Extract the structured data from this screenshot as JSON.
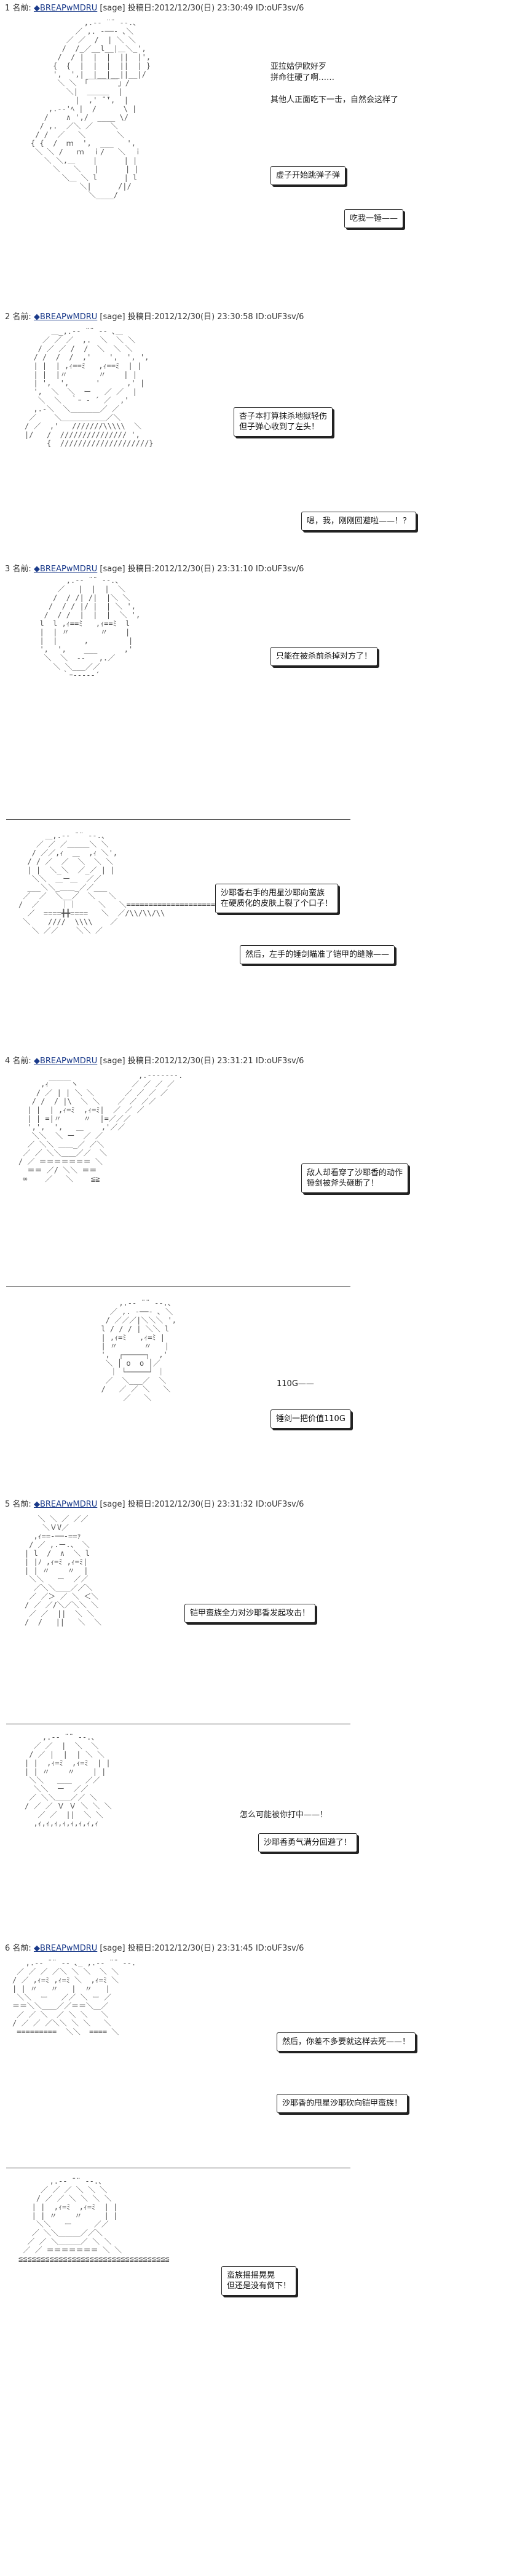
{
  "posts": [
    {
      "num": "1",
      "label": "名前:",
      "name": "◆BREAPwMDRU",
      "mail": "[sage]",
      "date_label": "投稿日:",
      "date": "2012/12/30(日) 23:30:49",
      "id": "ID:oUF3sv/6"
    },
    {
      "num": "2",
      "label": "名前:",
      "name": "◆BREAPwMDRU",
      "mail": "[sage]",
      "date_label": "投稿日:",
      "date": "2012/12/30(日) 23:30:58",
      "id": "ID:oUF3sv/6"
    },
    {
      "num": "3",
      "label": "名前:",
      "name": "◆BREAPwMDRU",
      "mail": "[sage]",
      "date_label": "投稿日:",
      "date": "2012/12/30(日) 23:31:10",
      "id": "ID:oUF3sv/6"
    },
    {
      "num": "4",
      "label": "名前:",
      "name": "◆BREAPwMDRU",
      "mail": "[sage]",
      "date_label": "投稿日:",
      "date": "2012/12/30(日) 23:31:21",
      "id": "ID:oUF3sv/6"
    },
    {
      "num": "5",
      "label": "名前:",
      "name": "◆BREAPwMDRU",
      "mail": "[sage]",
      "date_label": "投稿日:",
      "date": "2012/12/30(日) 23:31:32",
      "id": "ID:oUF3sv/6"
    },
    {
      "num": "6",
      "label": "名前:",
      "name": "◆BREAPwMDRU",
      "mail": "[sage]",
      "date_label": "投稿日:",
      "date": "2012/12/30(日) 23:31:45",
      "id": "ID:oUF3sv/6"
    }
  ],
  "dialogue": {
    "p1_text": "亚拉姑伊欧好歹\n拼命往硬了啊……\n\n其他人正面吃下一击，自然会这样了",
    "p1_b1": "虚子开始跳弹子弹",
    "p1_b2": "吃我一锤——",
    "p2_b1": "杏子本打算抹杀地狱轻伤\n但子弹心收到了左头！",
    "p2_b2": "嗯，我，刚刚回避啦——！？",
    "p3_b1": "只能在被杀前杀掉对方了！",
    "p3_b2": "沙耶香右手的甩星沙耶向蛮族\n在硬质化的皮肤上裂了个口子！",
    "p3_b3": "然后，左手的锤剑瞄准了铠甲的缝隙——",
    "p4_b1": "敌人却看穿了沙耶香的动作\n锤剑被斧头砸断了！",
    "p4_text": "110G——",
    "p4_b2": "锤剑一把价值110G",
    "p5_b1": "铠甲蛮族全力对沙耶香发起攻击！",
    "p5_text": "怎么可能被你打中——！",
    "p5_b2": "沙耶香勇气满分回避了！",
    "p6_b1": "然后，你差不多要就这样去死——！",
    "p6_b2": "沙耶香的甩星沙耶砍向铠甲蛮族！",
    "p6_b3": "蛮族摇摇晃晃\n但还是没有倒下！"
  },
  "art": {
    "a1": "            ,.-‐ ¨¨ ‐-.、\n          ／ ,. -──- ､＼\n        ／ ／  /  | ＼ ＼\n       /  /_／__l__|＿＼_',\n      /  / |  |  |  ||  |',\n     {  {  |  |  |  ||  | }\n     ',  ',|  |__|__||__|/\n      ＼ ＼ 「￣￣￣￣」/\n        ＼|  ＿＿＿  |\n          |  ,' ̄ ̄',  |\n    ,.-‐'ﾍ |  /      \\ |\n   /    ∧ ',/  ____ \\/\n  / ,.  ／＼ ／    ＼\n / /  ／   ＼       ＼\n{ {  /  ｍ  ',  ___   ',\n ＼ ＼ /   ｍ  ｉ/   ＼  ｉ\n   ＼ ＼,＿    |      | |\n     ＼   ＼   |      | |\n       ＼＿ ＼ l      | l\n           ＼|      /|/\n             ＼____/",
    "a2": "      ＿_,.-‐ ¨¨ ‐- ､＿\n    ／ ／ ／  ,.  ＼  ＼ ＼\n   / ／ ／ /  /  ＼  ＼ ＼\n  / /  /  /  ,'    ',  ', ',\n  | |  | ,ｨ==ﾐ   ,ｨ==ﾐ  | |\n  | |  |〃       〃    | |\n  | ',  ',      '      ,' |\n  ',  ＼  ＼  ー   ／ ／  |\n   ＼  ＼  ｀ｰ ‐ ´ ／  ,'\n  ,.-＼  ＼＿＿＿＿／ ／\n ／    ＼＿＿＿＿＿＿／＼\n/ ／  ,'   ///////\\\\\\\\\\  ＼\n|/   /  /////////////// ',\n     {  ////////////////////}",
    "a3": "        ,.-‐ ¨¨ ‐-.、\n      ／   |  |  |  ＼\n     /  / /| /|  |＼ ＼\n    /  / / |/ |  | ＼ ',\n   /  / /  |  |  |  ＼ ',\n  l  l ,ｨ==ﾐ   ,ｨ==ﾐ  l\n  |  | 〃       〃    |\n  |  |      ,         |\n  ',  ',    ___      ,'\n   ＼  ＼  ‐‐   ,.／\n     ＼ ＼___／／\n       ｀ｰ----‐´",
    "a4": "      ＿,.-‐ ¨¨ ‐-.、\n    ／ ／ ／＿＿＿＼ ＼\n   / ／／,ｨ  ＿  ,ｨ ＼',\n  / / ／  ／  ＼  ＼ ＼\n  | |  ＼_＼  ／_／ | |\n   ＼＼  ＿ー＿  ／／\n  ___＼＼_＿＿_／／___\n ／  ／  ＼__／  ＼   ＼\n/  ／     ｜｜     ＼   ＼=====================\n  ／  ====╋╋====   ＼  ／/\\\\/\\\\/\\\\\n ＼    ////  \\\\\\\\    ／\n   ＼ ／／    ＼＼ ／",
    "a5": "                           ,.-‐‐‐‐‐‐.\n     ,ｨ￣￣￣ヽ            ／ ／ ／ ／\n    / ／ | | ＼ ＼       ／ ／ ／ ／\n   / /  / |\\  ＼ ＼    ／ ／ ／／\n  | |  | ,ｨ=ﾐ  ,ｨ=ﾐ|  ／ ／ ／\n  | | =|〃     〃  |=／／／\n  ',',  ',   ＿    ,'／／\n   ＼＼  ＼ ー  ／ ／\n  ／ ＼＼ ＿＿_／ ／＼\n ／ ／ ＼＼＿＿／／  ＼\n/ ／ ＝＝＝＝＝＝＝ ＼\n  ＝＝ ／/ ＼＼ ＝＝\n ∞    ／   ＼    ≦≧",
    "a6": "      ,.-‐ ¨¨ ‐-.、\n    ／ ,. -──- ､ ＼\n   / ／／／|＼＼＼ ',\n  l / / / | ＼＼ l\n  | ,ｨ=ﾐ   ,ｨ=ﾐ |\n  | 〃      〃   |\n  ',  ┌─────┐  ,'\n   ＼ │ o  o │／\n    ｜ └─────┘ ｜\n   ／  ＼___／  ＼\n  /   ／ ／ ＼   ＼\n       ／   ＼",
    "a7": "   ＼ ＼ ／ ／／\n    ＼ＶV／\n  ,ｨ==‐──‐==ｧ\n / ／ ,.ー.、 ＼\n| l  /  ∧  ＼ l\n| |ﾉ ,ｨ=ﾐ ,ｨ=ﾐ|\n| | 〃    〃  |\n ＼＼   ー  ／／\n  ／＼＼＿＿／／＼\n ／ ／＞ ／ ＼ ＜＼\n/ ／ ／/＼／＼＼ ＼\n ／ ／  ||  ＼ ＼\n/  /   ||   ＼  ＼",
    "a8": "    ,.-‐ ¨¨ ‐-.、\n  ／ ／  |  ＼  ＼\n / ／ |  |  | ＼ ＼\n| |  ,ｨ=ﾐ  ,ｨ=ﾐ  | |\n| | 〃    〃    | |\n ＼＼   ＿＿   ／／\n  ＼＼  ー  ／／\n ／ ＼＼＿＿／／ ＼\n/ ／ ／ Ｖ Ｖ ＼ ＼ ＼\n   ／ ／  ||  ＼ ＼\n  ,ｨ,ｨ,ｨ,ｨ,ｨ,ｨ,ｨ,ｨ",
    "a9": "   ,.-‐ ¨¨ ‐- ､_ ,.-‐ ¨¨ ‐-.\n ／ ／ ／ ／＼ ＼ ＼  ＼ ＼\n/ ／ ,ｨ=ﾐ ,ｨ=ﾐ ＼  ,ｨ=ﾐ ＼\n| | 〃   〃   |  〃   |\n ＼＼  ー   ／／ ＼ ー ／\n＝＝＼＼＿＿／／＝＝＼＿／\n ／ ／ ＼  ／ ＼ ＼   ＼\n/ ／ ／ ／＼＼ ＼ ＼   ＼\n =========  ＼＼  ==== ＼",
    "a10": "       ,.-‐ ¨¨ ‐-.、\n     ／ ／ ／ ＼ ＼ ＼\n    / ／ ／ ＼ ＼ ＼ ＼\n   | |  ,ｨ=ﾐ  ,ｨ=ﾐ  | |\n   | | 〃    〃     | |\n    ＼＼   ー     ／／\n   ／ ＼＼＿＿＿／／＼\n  ／ ／ ＼＿＿＿／ ＼ ＼\n ／ ／ ＝＝＝＝＝＝＝ ＼ ＼\n≦≦≦≦≦≦≦≦≦≦≦≦≦≦≦≦≦≦≦≦≦≦≦≦≦≦≦≦≦≦≦≦≦≦"
  }
}
